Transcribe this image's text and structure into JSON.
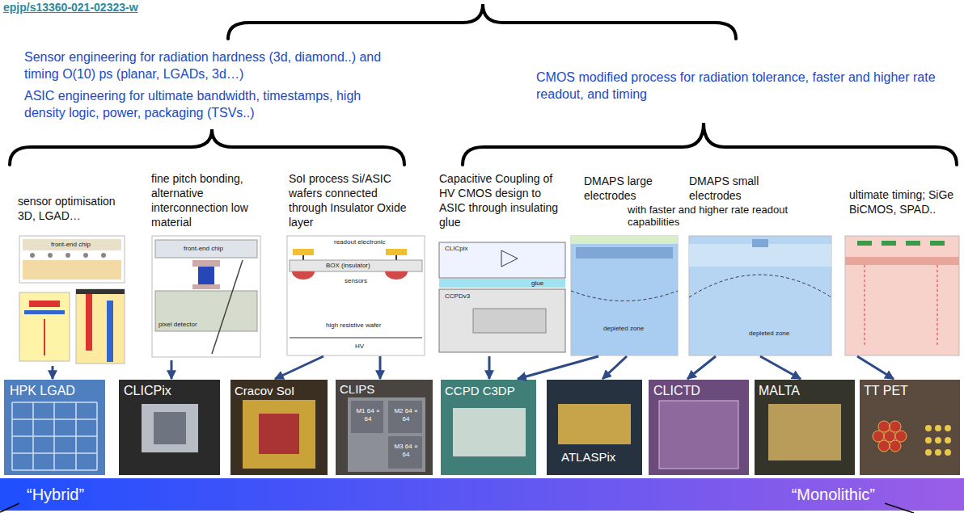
{
  "diagram": {
    "nodes": [
      {
        "text": [
          "sensor optimisation 3D, LGAD…"
        ]
      },
      {
        "text": [
          "fine pitch bonding, alternative interconnection low material"
        ]
      },
      {
        "text": [
          "SoI process Si/ASIC wafers connected through Insulator Oxide layer"
        ]
      },
      {
        "text": [
          "Capacitive Coupling of HV CMOS design to ASIC through insulating glue"
        ]
      },
      {
        "text": [
          "DMAPS large electrodes"
        ]
      },
      {
        "text": [
          "DMAPS small electrodes"
        ]
      },
      {
        "text": [
          "ultimate timing; SiGe BiCMOS, SPAD.."
        ]
      },
      {
        "text": [
          "HPK LGAD"
        ]
      },
      {
        "text": [
          "CLICPix"
        ]
      },
      {
        "text": [
          "Cracov SoI"
        ]
      },
      {
        "text": [
          "CLIPS"
        ]
      },
      {
        "text": [
          "CCPD C3DP"
        ]
      },
      {
        "text": [
          "ATLASPix"
        ]
      },
      {
        "text": [
          "CLICTD"
        ]
      },
      {
        "text": [
          "MALTA"
        ]
      },
      {
        "text": [
          "TT PET"
        ]
      },
      {
        "text": [
          "“Hybrid”",
          "“Monolithic”"
        ]
      }
    ],
    "edges": [
      {
        "from": 0,
        "to": 7,
        "arrow": "to"
      },
      {
        "from": 1,
        "to": 8,
        "arrow": "to"
      },
      {
        "from": 2,
        "to": 9,
        "arrow": "to"
      },
      {
        "from": 2,
        "to": 10,
        "arrow": "to"
      },
      {
        "from": 3,
        "to": 11,
        "arrow": "to"
      },
      {
        "from": 4,
        "to": 11,
        "arrow": "to"
      },
      {
        "from": 4,
        "to": 12,
        "arrow": "to"
      },
      {
        "from": 5,
        "to": 13,
        "arrow": "to"
      },
      {
        "from": 5,
        "to": 14,
        "arrow": "to"
      },
      {
        "from": 6,
        "to": 15,
        "arrow": "to"
      }
    ],
    "labels": [
      "epjp/s13360-021-02323-w",
      "Sensor engineering for radiation hardness (3d, diamond..) and timing O(10) ps (planar, LGADs, 3d…)",
      "ASIC engineering for ultimate bandwidth, timestamps, high density logic, power, packaging (TSVs..)",
      "CMOS modified process for radiation tolerance, faster and higher rate readout, and timing",
      "with faster and higher rate readout capabilities",
      "front-end chip",
      "front-end chip",
      "pixel detector",
      "readout electronic",
      "BOX (insulator)",
      "sensors",
      "high resistive wafer",
      "HV",
      "CLICpix",
      "glue",
      "CCPDv3",
      "depleted zone",
      "depleted zone",
      "M1 64 × 64",
      "M2 64 × 64",
      "M3 64 × 64"
    ]
  }
}
